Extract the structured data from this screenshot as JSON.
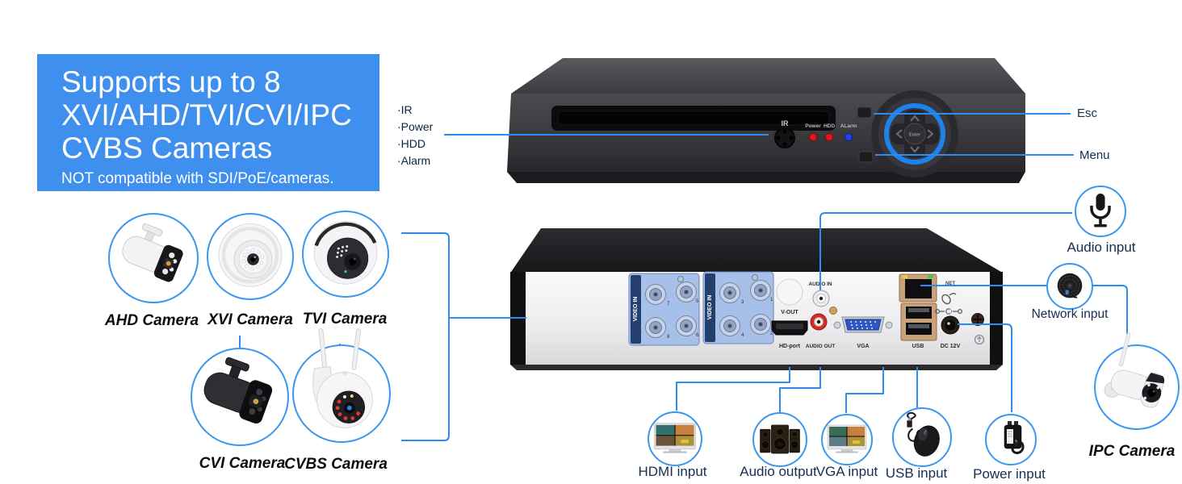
{
  "colors": {
    "accent_blue": "#3f90ee",
    "line_blue": "#2e8bef",
    "label_dark": "#152e52"
  },
  "info_box": {
    "line1": "Supports up to 8",
    "line2": "XVI/AHD/TVI/CVI/IPC",
    "line3": "CVBS Cameras",
    "note": "NOT compatible with SDI/PoE/cameras."
  },
  "front_labels": {
    "indicators": [
      "·IR",
      "·Power",
      "·HDD",
      "·Alarm"
    ],
    "esc": "Esc",
    "menu": "Menu"
  },
  "front_device": {
    "ir": "IR",
    "leds": [
      "Power",
      "HDD",
      "ALarm"
    ],
    "enter": "Enter"
  },
  "camera_labels": {
    "ahd": "AHD Camera",
    "xvi": "XVI Camera",
    "tvi": "TVI Camera",
    "cvi": "CVI Camera",
    "cvbs": "CVBS Camera",
    "ipc": "IPC Camera"
  },
  "rear_device": {
    "video_in": "VIDEO IN",
    "bnc_group1": [
      "7",
      "5",
      "8",
      "6"
    ],
    "bnc_group2": [
      "3",
      "1",
      "4",
      "2"
    ],
    "v_out": "V-OUT",
    "audio_in": "AUDIO IN",
    "audio_out": "AUDIO OUT",
    "hd_port": "HD-port",
    "vga": "VGA",
    "usb": "USB",
    "net": "NET",
    "dc": "DC 12V"
  },
  "callouts": {
    "audio_input": "Audio input",
    "network_input": "Network input",
    "hdmi_input": "HDMI input",
    "audio_output": "Audio output",
    "vga_input": "VGA input",
    "usb_input": "USB input",
    "power_input": "Power input"
  }
}
